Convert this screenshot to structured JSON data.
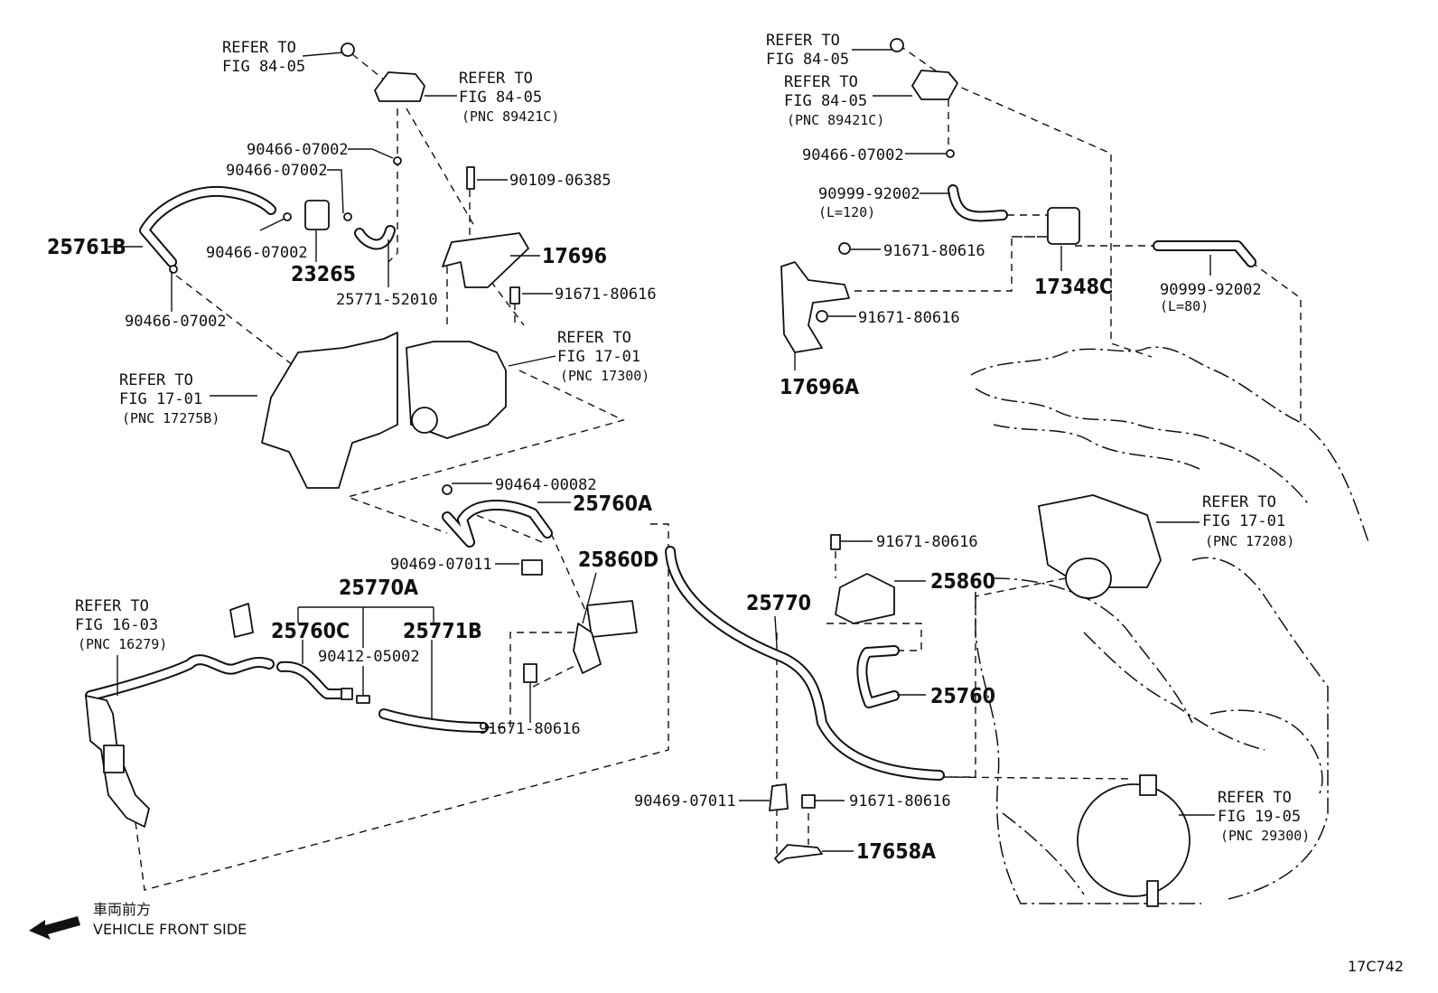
{
  "refs": {
    "r1": [
      "REFER TO",
      "FIG 84-05"
    ],
    "r2": [
      "REFER TO",
      "FIG 84-05",
      "(PNC 89421C)"
    ],
    "r3": [
      "REFER TO",
      "FIG 84-05"
    ],
    "r4": [
      "REFER TO",
      "FIG 84-05",
      "(PNC 89421C)"
    ],
    "r5": [
      "REFER TO",
      "FIG 17-01",
      "(PNC 17300)"
    ],
    "r6": [
      "REFER TO",
      "FIG 17-01",
      "(PNC 17275B)"
    ],
    "r7": [
      "REFER TO",
      "FIG 17-01",
      "(PNC 17208)"
    ],
    "r8": [
      "REFER TO",
      "FIG 16-03",
      "(PNC 16279)"
    ],
    "r9": [
      "REFER TO",
      "FIG 19-05",
      "(PNC 29300)"
    ]
  },
  "parts": {
    "p_90466_a": "90466-07002",
    "p_90466_b": "90466-07002",
    "p_90466_c": "90466-07002",
    "p_90466_d": "90466-07002",
    "p_90466_e": "90466-07002",
    "p_90109": "90109-06385",
    "p_25761B": "25761B",
    "p_23265": "23265",
    "p_17696": "17696",
    "p_91671_a": "91671-80616",
    "p_25771_52010": "25771-52010",
    "p_90999_a": "90999-92002",
    "p_90999_a_len": "(L=120)",
    "p_91671_b": "91671-80616",
    "p_91671_c": "91671-80616",
    "p_17348C": "17348C",
    "p_90999_b": "90999-92002",
    "p_90999_b_len": "(L=80)",
    "p_17696A": "17696A",
    "p_90464": "90464-00082",
    "p_25760A": "25760A",
    "p_90469_a": "90469-07011",
    "p_25860D": "25860D",
    "p_25770A": "25770A",
    "p_25760C": "25760C",
    "p_25771B": "25771B",
    "p_90412": "90412-05002",
    "p_91671_d": "91671-80616",
    "p_91671_e": "91671-80616",
    "p_25860": "25860",
    "p_25770": "25770",
    "p_25760": "25760",
    "p_90469_b": "90469-07011",
    "p_91671_f": "91671-80616",
    "p_17658A": "17658A"
  },
  "footer": {
    "direction_jp": "車両前方",
    "direction_en": "VEHICLE FRONT SIDE",
    "figure_code": "17C742"
  },
  "icons": [
    "front-direction-arrow-icon"
  ],
  "colors": {
    "ink": "#111111",
    "paper": "#ffffff"
  }
}
